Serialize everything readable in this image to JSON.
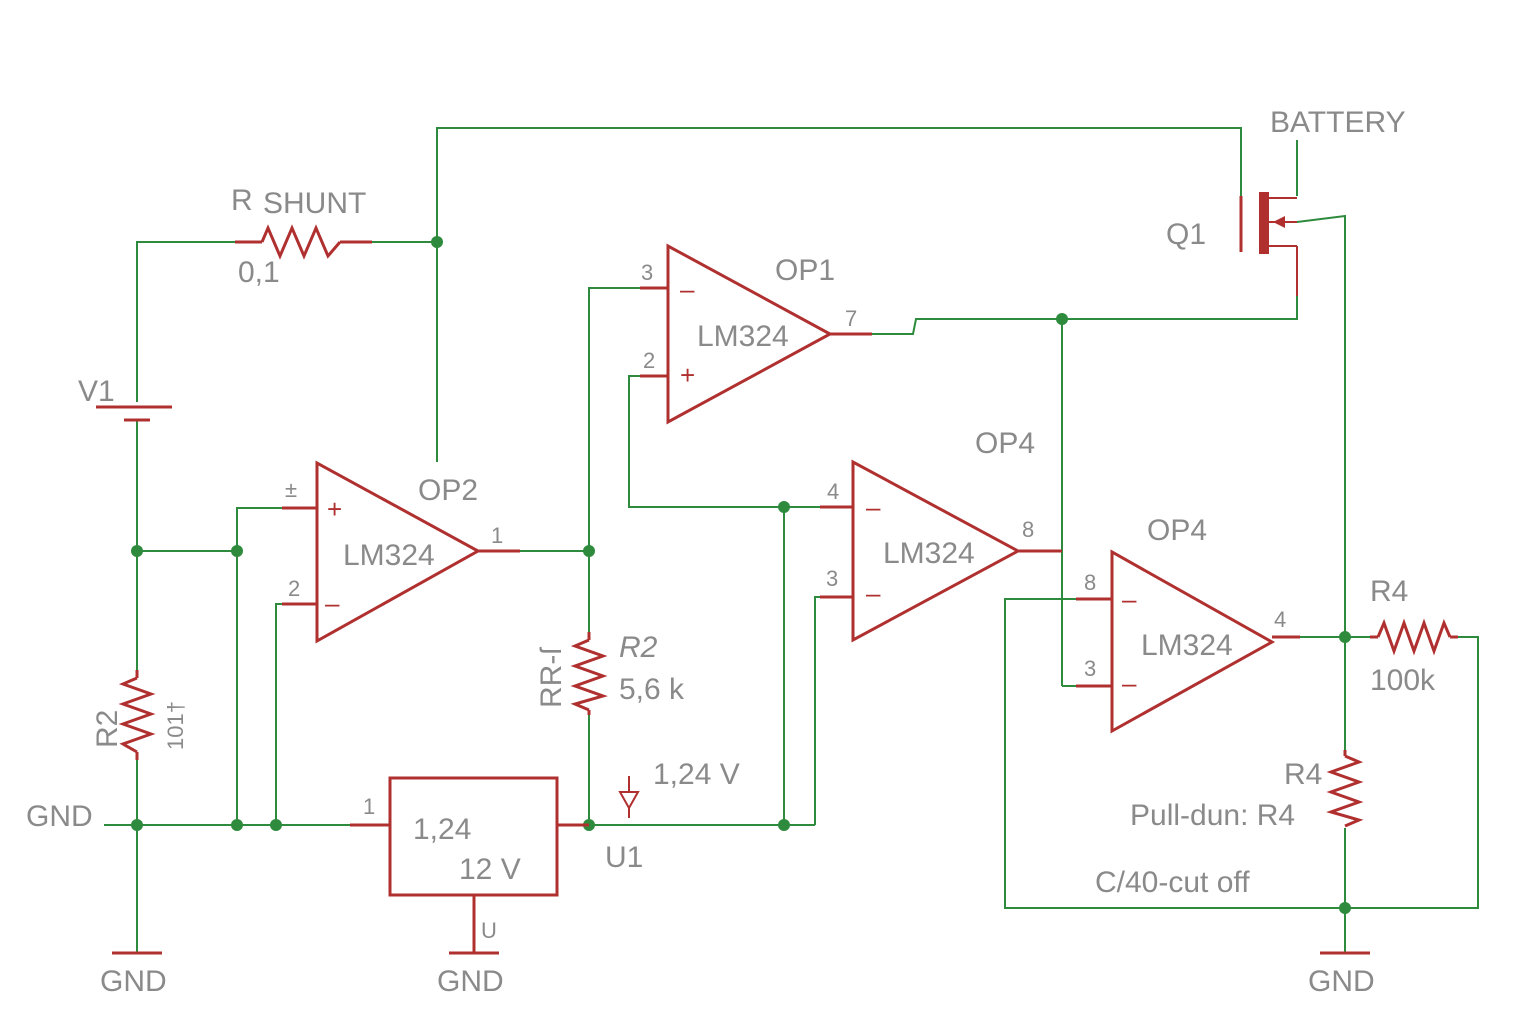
{
  "colors": {
    "wire": "#2e8b3d",
    "symbol": "#b03030",
    "label": "#8a8a8a",
    "background": "#ffffff"
  },
  "labels": {
    "battery": "BATTERY",
    "r_shunt_ref": "R",
    "r_shunt_name": "SHUNT",
    "r_shunt_value": "0,1",
    "q1": "Q1",
    "v1": "V1",
    "op1": "OP1",
    "op2": "OP2",
    "op4_a": "OP4",
    "op4_b": "OP4",
    "op1_part": "LM324",
    "op2_part": "LM324",
    "op4a_part": "LM324",
    "op4b_part": "LM324",
    "op1_pin_3": "3",
    "op1_pin_2": "2",
    "op1_pin_7": "7",
    "op2_pin_2": "2",
    "op2_pin_1": "1",
    "op2_pin_mark": "±",
    "op4a_pin_4": "4",
    "op4a_pin_3": "3",
    "op4a_pin_8": "8",
    "op4b_pin_8": "8",
    "op4b_pin_3": "3",
    "op4b_pin_4": "4",
    "r2_left_name": "R2",
    "r2_left_value": "101†",
    "r2_mid_name": "R2",
    "r2_mid_value": "5,6 k",
    "r2_mid_ref": "RR-ſ",
    "r4_top_name": "R4",
    "r4_top_value": "100k",
    "r4_bottom_name": "R4",
    "r4_bottom_value": "Pull-dun: R4",
    "ref_voltage": "1,24 V",
    "u1_line1": "1,24",
    "u1_line2": "12 V",
    "u1_name": "U1",
    "u1_pin_1": "1",
    "u1_pin_u": "U",
    "gnd_left": "GND",
    "gnd_bottom_left": "GND",
    "gnd_bottom_mid": "GND",
    "gnd_bottom_right": "GND",
    "cutoff": "C/40-cut off"
  }
}
